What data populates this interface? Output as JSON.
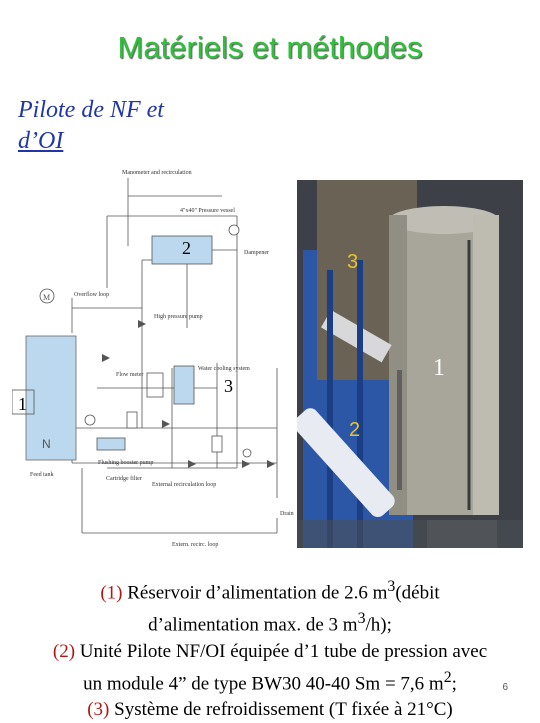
{
  "slide": {
    "title": "Matériels et méthodes",
    "subtitle_line1": "Pilote de NF et",
    "subtitle_line2": "d’OI ",
    "page_number": "6"
  },
  "schematic": {
    "labels": {
      "manometer_recirculation": "Manometer and recirculation",
      "four_inch": "4\"x40\" Pressure vessel",
      "dampener": "Dampener",
      "overflow": "Overflow loop",
      "high_pressure_pump": "High pressure pump",
      "flow_meter": "Flow meter",
      "water_cooling": "Water cooling system",
      "feed_tank": "Feed tank",
      "flushing": "Flushing booster pump",
      "cartridge": "Cartridge filter",
      "external_recirc": "External recirculation loop",
      "drain": "Drain",
      "external_recirc2": "Extern. recirc. loop"
    },
    "numbers": {
      "n1": "1",
      "n2": "2",
      "n3": "3"
    }
  },
  "photo": {
    "numbers": {
      "n1": "1",
      "n2": "2",
      "n3": "3"
    }
  },
  "caption": {
    "l1_num": "(1)",
    "l1_text": " Réservoir d’alimentation de 2.6 m",
    "l1_sup": "3",
    "l1_end": "(débit",
    "l2": "d’alimentation max. de 3 m",
    "l2_sup": "3",
    "l2_end": "/h);",
    "l3_num": "(2)",
    "l3_text": " Unité Pilote NF/OI équipée d’1 tube de pression avec",
    "l4": "un module 4” de type BW30 40-40 Sm = 7,6 m",
    "l4_sup": "2",
    "l4_end": ";",
    "l5_num": "(3)",
    "l5_text": " Système de refroidissement (T fixée à 21°C)"
  },
  "colors": {
    "title_green": "#2ec13a",
    "subtitle_blue": "#1f35a8",
    "number_red": "#b01818",
    "tank_blue": "#bcd8ee",
    "tank_gray": "#a8a59a"
  }
}
